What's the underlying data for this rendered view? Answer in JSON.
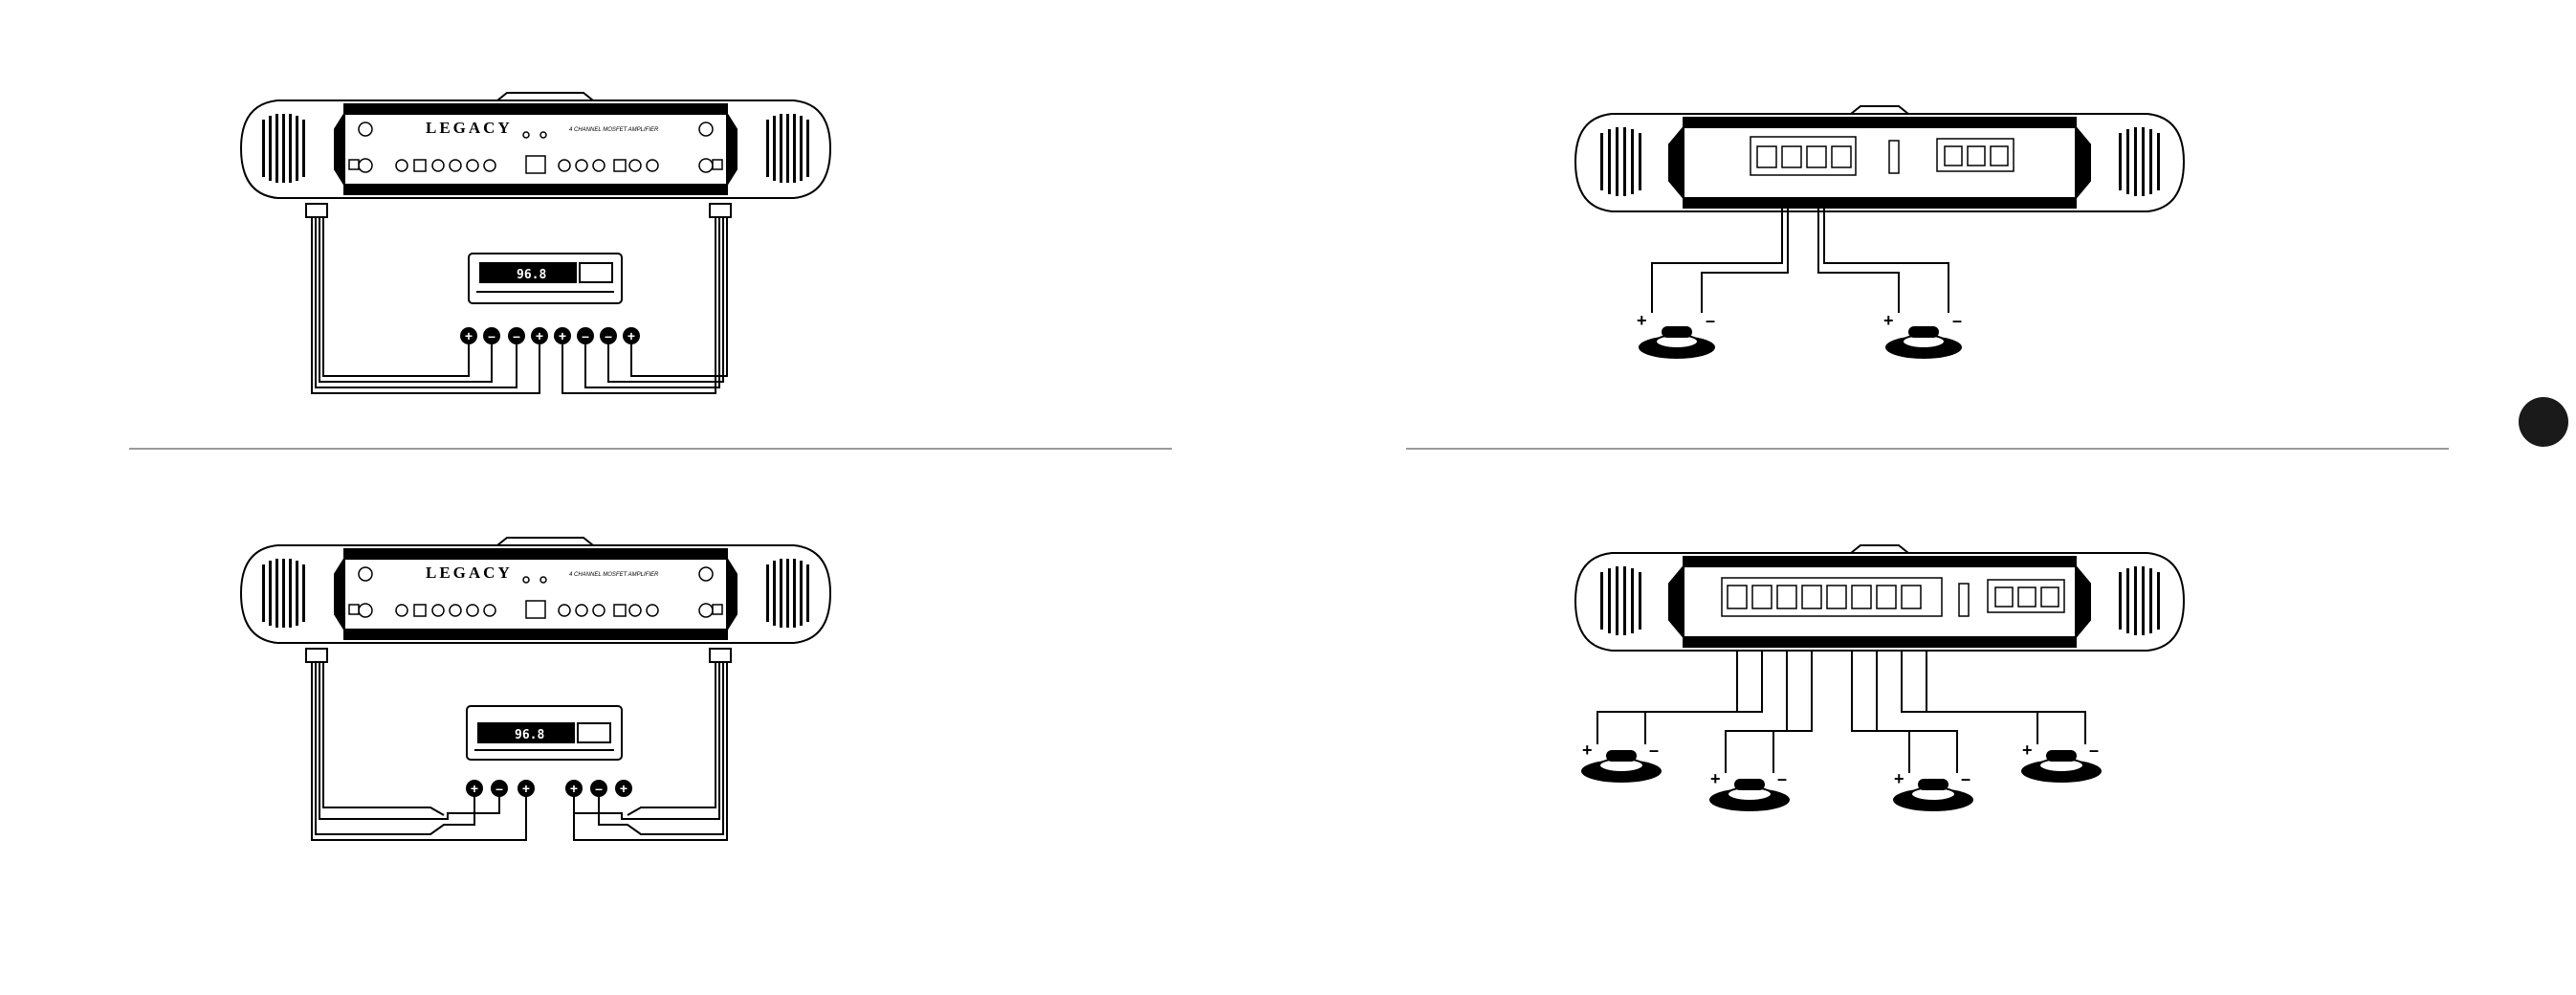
{
  "amplifier": {
    "brand": "LEGACY",
    "model_line": "4 CHANNEL MOSFET AMPLIFIER"
  },
  "head_unit": {
    "display": "96.8"
  },
  "polarity": {
    "plus": "+",
    "minus": "–"
  },
  "colors": {
    "ink": "#000000",
    "paper": "#ffffff",
    "rule": "#9a9a9a",
    "tab": "#1a1a1a"
  },
  "panels": [
    {
      "id": "input-4ch",
      "view": "front",
      "outputs": 8
    },
    {
      "id": "speaker-2ch-bridged",
      "view": "rear",
      "speakers": 2
    },
    {
      "id": "input-2ch-y",
      "view": "front",
      "outputs": 6
    },
    {
      "id": "speaker-4ch",
      "view": "rear",
      "speakers": 4
    }
  ]
}
